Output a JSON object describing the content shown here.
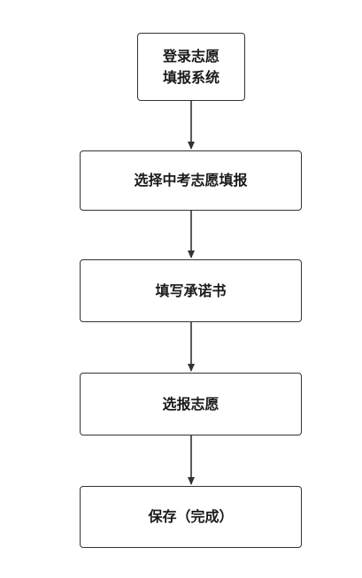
{
  "nodes": [
    {
      "lines": [
        "登录志愿",
        "填报系统"
      ]
    },
    {
      "label": "选择中考志愿填报"
    },
    {
      "label": "填写承诺书"
    },
    {
      "label": "选报志愿"
    },
    {
      "label": "保存（完成）"
    }
  ],
  "edges": [
    {
      "from": 0,
      "to": 1
    },
    {
      "from": 1,
      "to": 2
    },
    {
      "from": 2,
      "to": 3
    },
    {
      "from": 3,
      "to": 4
    }
  ],
  "colors": {
    "stroke": "#333333",
    "text": "#1a1a1a",
    "background": "#ffffff"
  }
}
